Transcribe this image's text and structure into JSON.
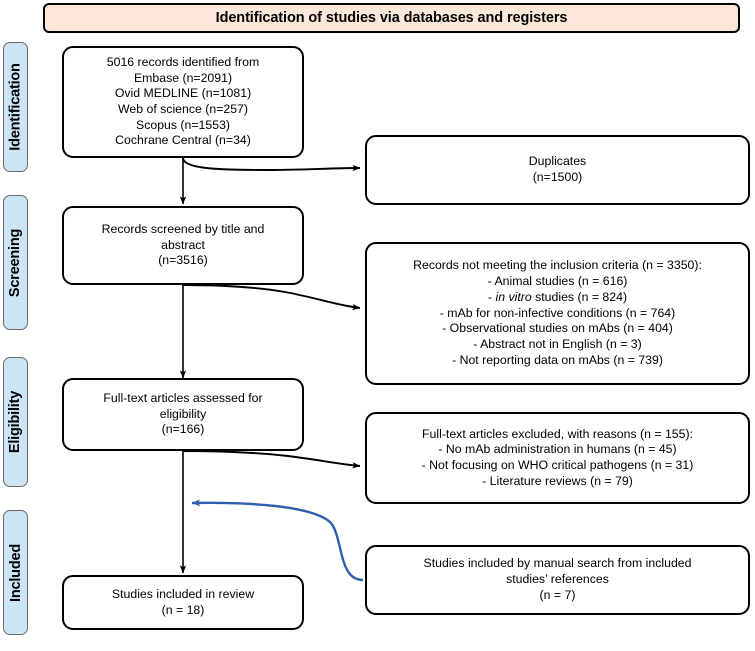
{
  "figure": {
    "type": "prisma-flow-diagram",
    "banner": "Identification of studies via databases and registers",
    "colors": {
      "banner_bg": "#FCE8DA",
      "stage_tab_bg": "#CCE5F5",
      "box_border": "#000000",
      "manual_search_arrow": "#2E5FAC"
    }
  },
  "stages": [
    {
      "label": "Identification"
    },
    {
      "label": "Screening"
    },
    {
      "label": "Eligibility"
    },
    {
      "label": "Included"
    }
  ],
  "nodes": {
    "records_identified": {
      "lines": [
        "5016 records identified from",
        "Embase (n=2091)",
        "Ovid MEDLINE (n=1081)",
        "Web of science (n=257)",
        "Scopus (n=1553)",
        "Cochrane Central (n=34)"
      ]
    },
    "duplicates": {
      "lines": [
        "Duplicates",
        "(n=1500)"
      ]
    },
    "records_screened": {
      "lines": [
        "Records screened by title and",
        "abstract",
        "(n=3516)"
      ]
    },
    "records_excluded": {
      "lines": [
        "Records not meeting the inclusion criteria (n = 3350):",
        "- Animal studies (n = 616)",
        "- in vitro studies (n = 824)",
        "- mAb for non-infective conditions (n = 764)",
        "- Observational studies on mAbs (n = 404)",
        "- Abstract not in English (n = 3)",
        "- Not reporting data on mAbs (n = 739)"
      ],
      "italic_line_index": 2,
      "italic_fragment": "in vitro"
    },
    "fulltext_assessed": {
      "lines": [
        "Full-text articles assessed for",
        "eligibility",
        "(n=166)"
      ]
    },
    "fulltext_excluded": {
      "lines": [
        "Full-text articles excluded, with reasons (n = 155):",
        "-      No mAb administration in humans (n = 45)",
        "-      Not focusing on WHO critical pathogens (n = 31)",
        "-      Literature reviews (n = 79)"
      ]
    },
    "manual_search": {
      "lines": [
        "Studies included by manual search from included",
        "studies’ references",
        "(n = 7)"
      ]
    },
    "studies_included": {
      "lines": [
        "Studies included in review",
        "(n = 18)"
      ]
    }
  }
}
